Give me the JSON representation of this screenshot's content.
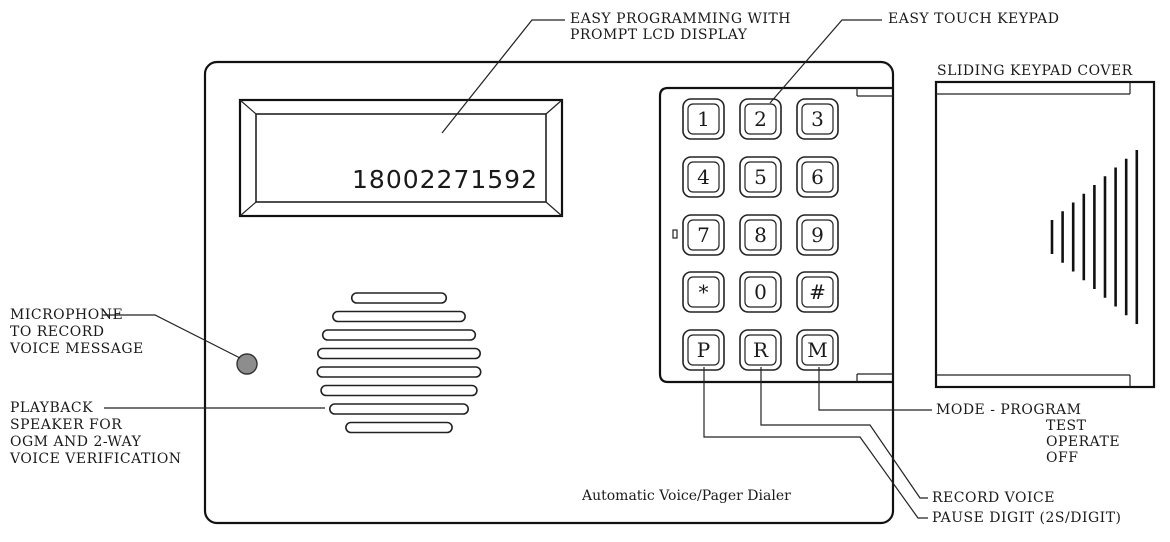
{
  "callouts": {
    "lcd_line1": "EASY PROGRAMMING WITH",
    "lcd_line2": "PROMPT LCD DISPLAY",
    "keypad": "EASY TOUCH KEYPAD",
    "cover": "SLIDING KEYPAD COVER",
    "mic_line1": "MICROPHONE",
    "mic_line2": "TO RECORD",
    "mic_line3": "VOICE MESSAGE",
    "spk_line1": "PLAYBACK",
    "spk_line2": "SPEAKER FOR",
    "spk_line3": "OGM AND 2-WAY",
    "spk_line4": "VOICE VERIFICATION",
    "mode_line1": "MODE  -  PROGRAM",
    "mode_line2": "TEST",
    "mode_line3": "OPERATE",
    "mode_line4": "OFF",
    "record": "RECORD VOICE",
    "pause": "PAUSE DIGIT (2S/DIGIT)"
  },
  "lcd": {
    "display": "18002271592"
  },
  "product_label": "Automatic Voice/Pager Dialer",
  "keypad": {
    "keys": [
      "1",
      "2",
      "3",
      "4",
      "5",
      "6",
      "7",
      "8",
      "9",
      "*",
      "0",
      "#",
      "P",
      "R",
      "M"
    ]
  }
}
